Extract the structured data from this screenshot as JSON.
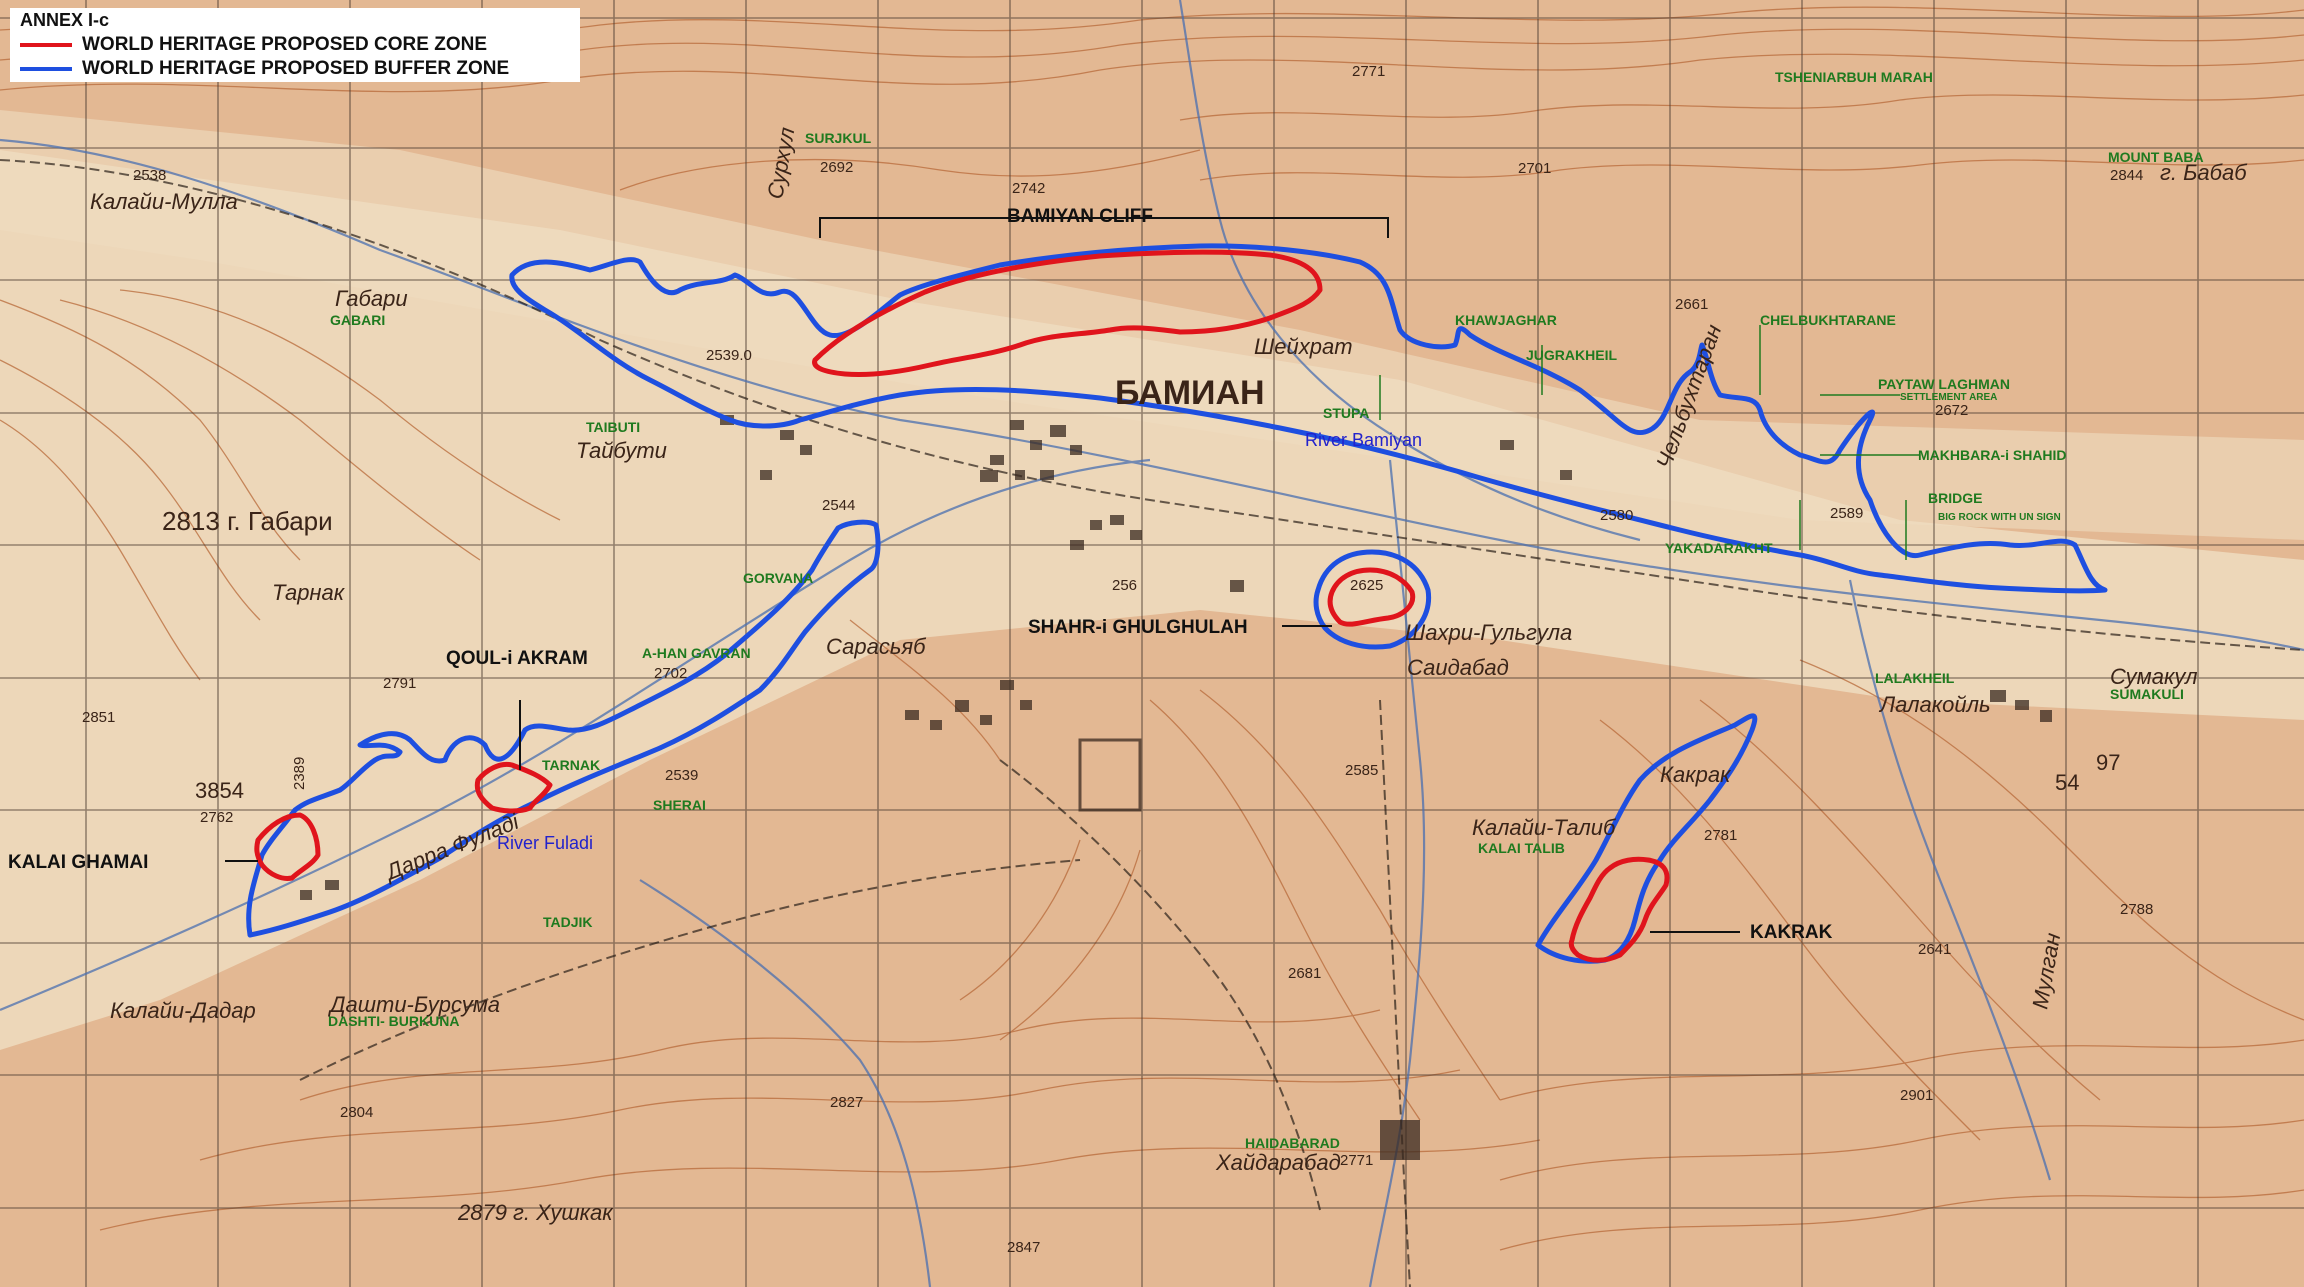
{
  "legend": {
    "title": "ANNEX I-c",
    "items": [
      {
        "label": "WORLD HERITAGE PROPOSED CORE ZONE",
        "color": "#e0141c"
      },
      {
        "label": "WORLD HERITAGE PROPOSED BUFFER ZONE",
        "color": "#1e4fe0"
      }
    ]
  },
  "colors": {
    "map_bg": "#e3b893",
    "contour": "#b86a3a",
    "valley": "#efdcc0",
    "grid": "#4a3a30",
    "core": "#e0141c",
    "buffer": "#1e4fe0",
    "water": "#4a6fb0"
  },
  "sites": {
    "bamiyan_cliff": "BAMIYAN CLIFF",
    "shahr_i_ghulghulah": "SHAHR-i GHULGHULAH",
    "qoul_i_akram": "QOUL-i AKRAM",
    "kalai_ghamai": "KALAI GHAMAI",
    "kakrak": "KAKRAK"
  },
  "rivers": {
    "bamiyan": "River Bamiyan",
    "fuladi": "River Fuladi"
  },
  "places_green": {
    "surjkul": "SURJKUL",
    "tsheniarbuh": "TSHENIARBUH MARAH",
    "mount_baba": "MOUNT BABA",
    "gabari": "GABARI",
    "khawjaghar": "KHAWJAGHAR",
    "jugrakheil": "JUGRAKHEIL",
    "chelbukhtarane": "CHELBUKHTARANE",
    "paytaw": "PAYTAW LAGHMAN",
    "settlement_area": "SETTLEMENT AREA",
    "makhbara": "MAKHBARA-i SHAHID",
    "bridge": "BRIDGE",
    "big_rock": "BIG ROCK WITH UN SIGN",
    "yakadarakht": "YAKADARAKHT",
    "taibuti": "TAIBUTI",
    "stupa": "STUPA",
    "gorvana": "GORVANA",
    "ahan_gavran": "A-HAN GAVRAN",
    "tarnak": "TARNAK",
    "sherai": "SHERAI",
    "tadjik": "TADJIK",
    "dashti": "DASHTI- BURKUNA",
    "kalai_talib": "KALAI TALIB",
    "lalakheil": "LALAKHEIL",
    "sumakuli": "SUMAKULI",
    "haidabarad": "HAIDABARAD"
  },
  "places_cyr": {
    "bamian": "БАМИАН",
    "kalai_mulla": "Калайи-Мулла",
    "gabari": "Габари",
    "taibuti": "Тайбути",
    "sarasyab": "Сарасьяб",
    "shahri": "Шахри-Гульгула",
    "saidabad": "Саидабад",
    "lalakail": "Лалакойль",
    "sumakul": "Сумакул",
    "kalai_talib": "Калайи-Талиб",
    "kalai_dadar": "Калайи-Дадар",
    "dashti": "Дашти-Бурсума",
    "haidarabad": "Хайдарабад",
    "g_khushkak": "2879 г. Хушкак",
    "dara_fuladi": "Дарра Фуладі",
    "shiekhrat": "Шейхрат",
    "g_gabari": "2813 г. Габари",
    "g_babab": "г. Бабаб",
    "kakrak": "Какрак",
    "mulgan": "Мулган",
    "tarnak": "Тарнак",
    "surkhul": "Сурхул",
    "chelbukhtarane": "Чельбухтаран"
  },
  "elevations": {
    "e2692": "2692",
    "e2742": "2742",
    "e2771": "2771",
    "e2701": "2701",
    "e2844": "2844",
    "e2538": "2538",
    "e2539a": "2539.0",
    "e2661": "2661",
    "e2672": "2672",
    "e2544": "2544",
    "e2580": "2580",
    "e2589": "2589",
    "e2625": "2625",
    "e2791": "2791",
    "e2702": "2702",
    "e2851": "2851",
    "e3854": "3854",
    "e2762": "2762",
    "e2389": "2389",
    "e2539b": "2539",
    "e2585": "2585",
    "e2781": "2781",
    "e2641": "2641",
    "e2788": "2788",
    "e2681": "2681",
    "e2901": "2901",
    "e2771b": "2771",
    "e2827": "2827",
    "e2804": "2804",
    "e2847": "2847",
    "e97": "97",
    "e54": "54",
    "e256": "256"
  }
}
